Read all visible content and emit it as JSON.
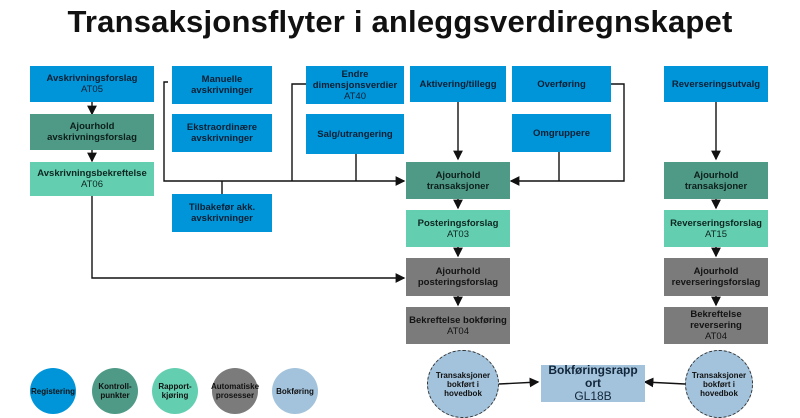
{
  "title": "Transaksjonsflyter i anleggsverdiregnskapet",
  "colors": {
    "registrering": "#0095d9",
    "kontrollpunkter": "#4e9a86",
    "rapportkjoring": "#63cfb0",
    "automatiske": "#7b7b7b",
    "bokforing": "#a3c3dc"
  },
  "boxes": {
    "avskrivningsforslag": {
      "label": "Avskrivningsforslag",
      "code": "AT05"
    },
    "ajourhold_avskrivningsforslag": {
      "label": "Ajourhold avskrivningsforslag"
    },
    "avskrivningsbekreftelse": {
      "label": "Avskrivningsbekreftelse",
      "code": "AT06"
    },
    "manuelle": {
      "label": "Manuelle avskrivninger"
    },
    "ekstraordinare": {
      "label": "Ekstraordinære avskrivninger"
    },
    "tilbakefor": {
      "label": "Tilbakefør akk. avskrivninger"
    },
    "endre_dimensjon": {
      "label": "Endre dimensjonsverdier",
      "code": "AT40"
    },
    "salg": {
      "label": "Salg/utrangering"
    },
    "aktivering": {
      "label": "Aktivering/tillegg"
    },
    "overforing": {
      "label": "Overføring"
    },
    "omgruppere": {
      "label": "Omgruppere"
    },
    "ajourhold_transaksjoner": {
      "label": "Ajourhold transaksjoner"
    },
    "posteringsforslag": {
      "label": "Posteringsforslag",
      "code": "AT03"
    },
    "ajourhold_posteringsforslag": {
      "label": "Ajourhold posteringsforslag"
    },
    "bekreftelse_bokforing": {
      "label": "Bekreftelse bokføring",
      "code": "AT04"
    },
    "reverseringsutvalg": {
      "label": "Reverseringsutvalg"
    },
    "ajourhold_transaksjoner_r": {
      "label": "Ajourhold transaksjoner"
    },
    "reverseringsforslag": {
      "label": "Reverseringsforslag",
      "code": "AT15"
    },
    "ajourhold_reverseringsforslag": {
      "label": "Ajourhold reverseringsforslag"
    },
    "bekreftelse_reversering": {
      "label": "Bekreftelse reversering",
      "code": "AT04"
    },
    "bokforingsrapport": {
      "label": "Bokføringsrapp ort",
      "code": "GL18B"
    }
  },
  "circles": {
    "transaksjoner_left": "Transaksjoner bokført i hovedbok",
    "transaksjoner_right": "Transaksjoner bokført i hovedbok"
  },
  "legend": [
    {
      "label": "Registering"
    },
    {
      "label": "Kontroll-punkter"
    },
    {
      "label": "Rapport-kjøring"
    },
    {
      "label": "Automatiske prosesser"
    },
    {
      "label": "Bokføring"
    }
  ]
}
